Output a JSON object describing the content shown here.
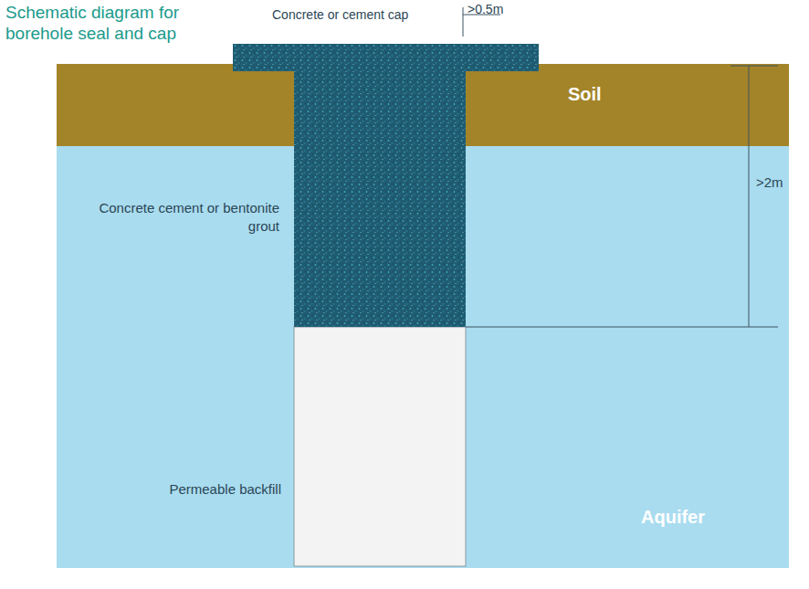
{
  "diagram": {
    "title": "Schematic diagram for borehole seal and cap",
    "nodes": [
      {
        "text": [
          "Soil"
        ]
      },
      {
        "text": [
          "Aquifer"
        ]
      }
    ],
    "labels": [
      "Concrete or cement cap",
      ">0.5m",
      ">2m",
      "Concrete cement or bentonite grout",
      "Permeable backfill"
    ]
  }
}
